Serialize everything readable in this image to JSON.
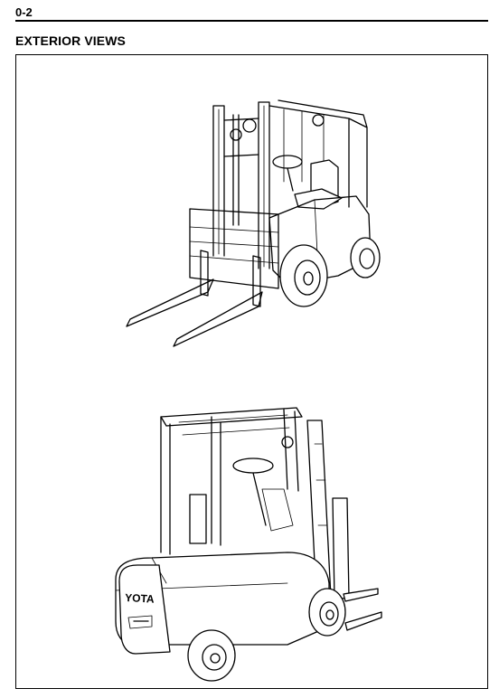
{
  "header": {
    "page_number": "0-2"
  },
  "section": {
    "title": "EXTERIOR VIEWS"
  },
  "figures": [
    {
      "icon": "forklift-front-view-illustration"
    },
    {
      "icon": "forklift-rear-view-illustration",
      "brand_text": "YOTA"
    }
  ]
}
